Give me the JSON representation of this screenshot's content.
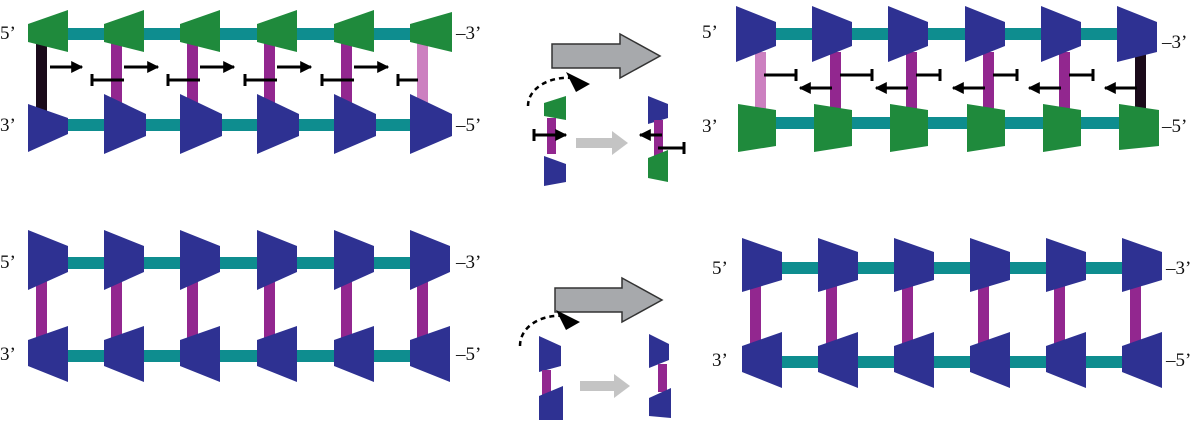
{
  "colors": {
    "backbone": "#0e8d8f",
    "blue_unit": "#2e3192",
    "green_unit": "#1f8a3c",
    "bond_magenta": "#92278f",
    "bond_pink": "#cc80c0",
    "bond_black": "#1a0a1a",
    "arrow_big": "#a7a9ac",
    "arrow_small": "#c4c4c4",
    "marker": "#000000"
  },
  "panels": {
    "top_left": {
      "top_left": "5’",
      "top_right": "–3’",
      "bottom_left": "3’",
      "bottom_right": "–5’"
    },
    "top_right": {
      "top_left": "5’",
      "top_right": "–3’",
      "bottom_left": "3’",
      "bottom_right": "–5’"
    },
    "bottom_left": {
      "top_left": "5’",
      "top_right": "–3’",
      "bottom_left": "3’",
      "bottom_right": "–5’"
    },
    "bottom_right": {
      "top_left": "5’",
      "top_right": "–3’",
      "bottom_left": "3’",
      "bottom_right": "–5’"
    }
  },
  "icons": {
    "process_arrow": "large-right-arrow-icon",
    "flip_arrow": "dashed-curved-arrow-icon",
    "polarity_marker": "arrow-with-bar-icon"
  }
}
